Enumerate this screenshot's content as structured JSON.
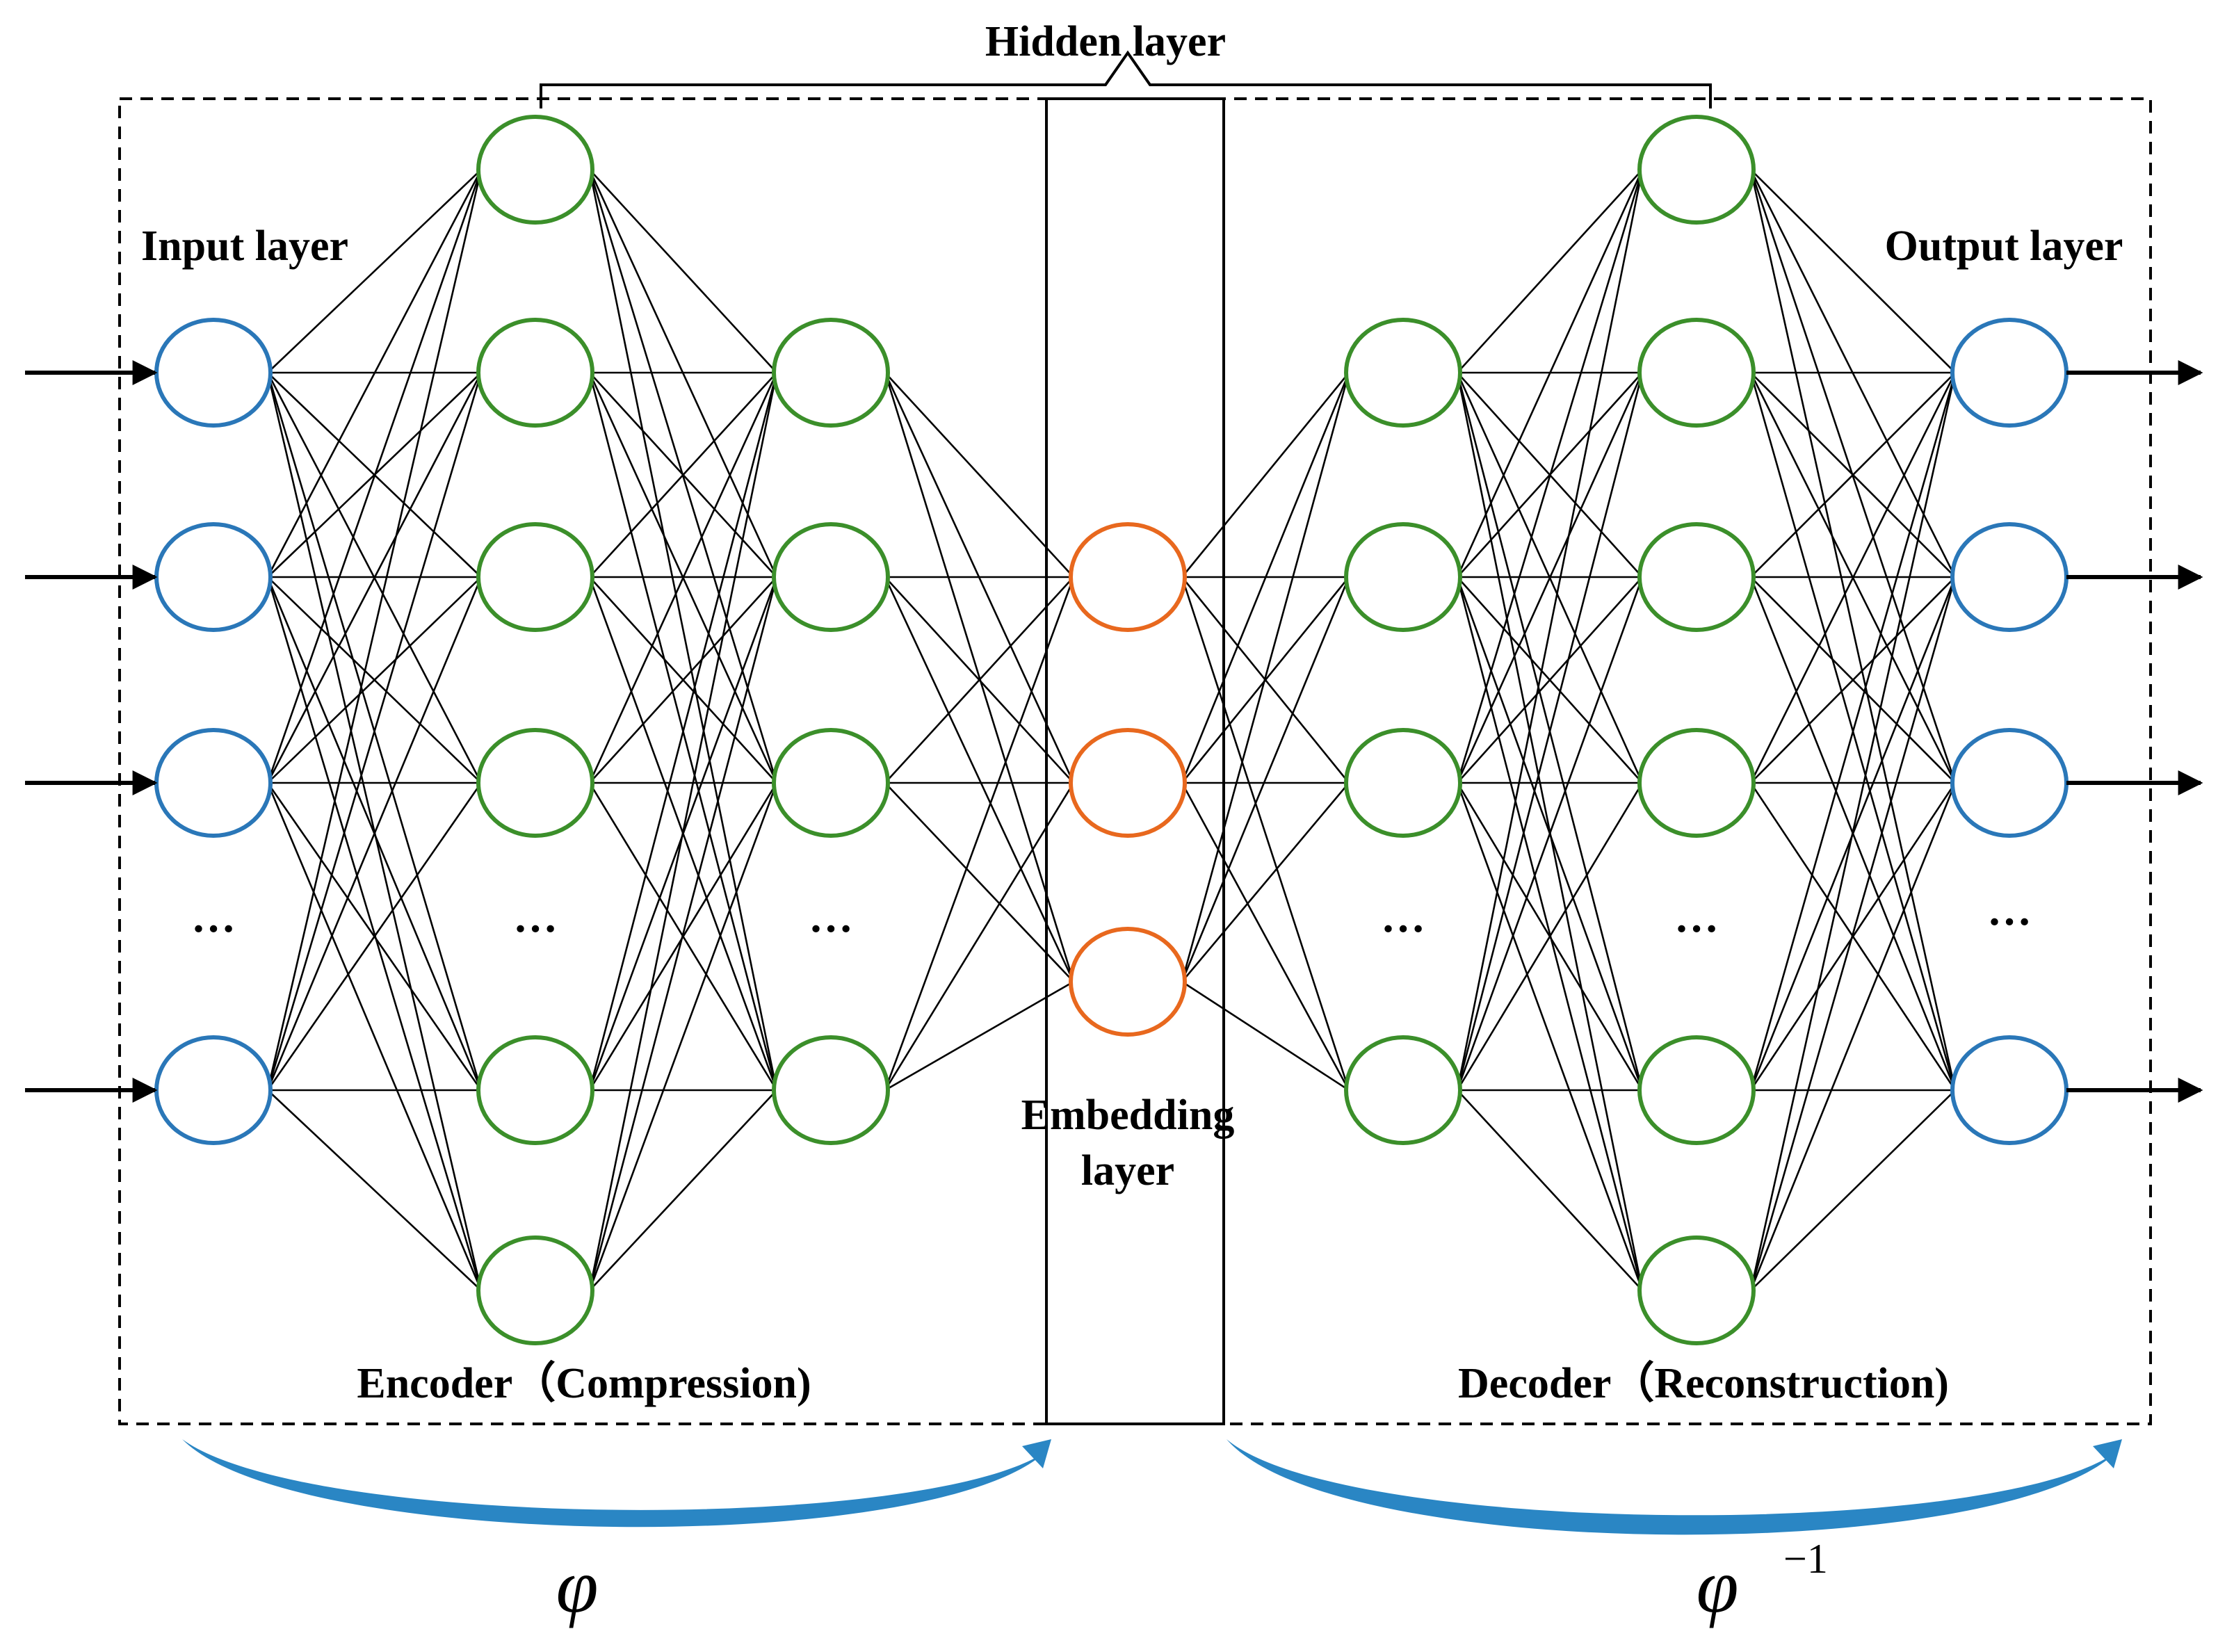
{
  "labels": {
    "hidden_layer": "Hidden layer",
    "input_layer": "Input layer",
    "output_layer": "Output layer",
    "embedding_line1": "Embedding",
    "embedding_line2": "layer",
    "encoder": "Encoder（Compression)",
    "decoder": "Decoder（Reconstruction)",
    "phi": "φ",
    "phi_inv_base": "φ",
    "phi_inv_exp": "−1",
    "ellipsis": "…"
  },
  "colors": {
    "input_output_node": "#2a77b8",
    "hidden_node": "#3b8f2a",
    "embedding_node": "#e8681e",
    "arc": "#2a86c4",
    "line": "#000000"
  },
  "layers": [
    {
      "role": "input",
      "visible_nodes": 4,
      "has_ellipsis": true
    },
    {
      "role": "hidden",
      "visible_nodes": 6,
      "has_ellipsis": true
    },
    {
      "role": "hidden",
      "visible_nodes": 4,
      "has_ellipsis": true
    },
    {
      "role": "embedding",
      "visible_nodes": 3,
      "has_ellipsis": false
    },
    {
      "role": "hidden",
      "visible_nodes": 4,
      "has_ellipsis": true
    },
    {
      "role": "hidden",
      "visible_nodes": 6,
      "has_ellipsis": true
    },
    {
      "role": "output",
      "visible_nodes": 4,
      "has_ellipsis": true
    }
  ]
}
